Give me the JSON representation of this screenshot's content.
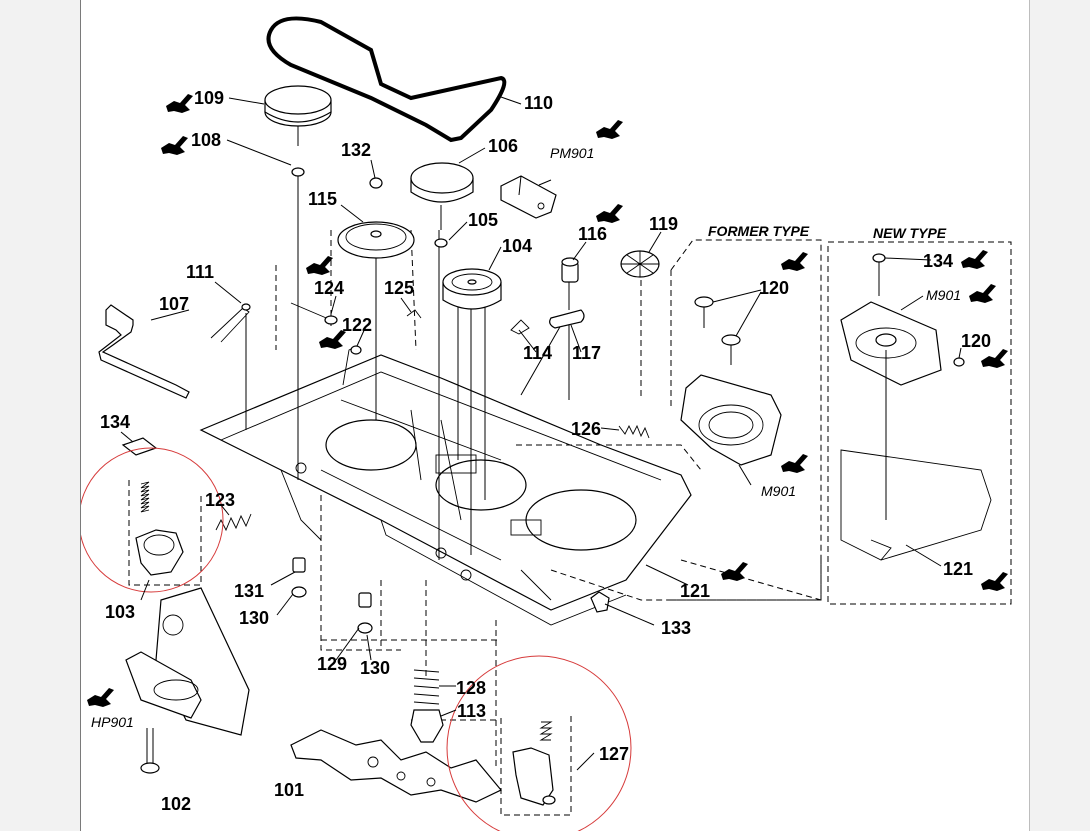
{
  "sections": {
    "former_type": "FORMER TYPE",
    "new_type": "NEW TYPE"
  },
  "callouts": {
    "c101": "101",
    "c102": "102",
    "c103": "103",
    "c104": "104",
    "c105": "105",
    "c106": "106",
    "c107": "107",
    "c108": "108",
    "c109": "109",
    "c110": "110",
    "c111": "111",
    "c113": "113",
    "c114": "114",
    "c115": "115",
    "c116": "116",
    "c117": "117",
    "c119": "119",
    "c120a": "120",
    "c120b": "120",
    "c121a": "121",
    "c121b": "121",
    "c122": "122",
    "c123": "123",
    "c124": "124",
    "c125": "125",
    "c126": "126",
    "c127": "127",
    "c128": "128",
    "c129": "129",
    "c130a": "130",
    "c130b": "130",
    "c131": "131",
    "c132": "132",
    "c133": "133",
    "c134a": "134",
    "c134b": "134"
  },
  "refs": {
    "pm901": "PM901",
    "m901_former": "M901",
    "m901_new": "M901",
    "hp901": "HP901"
  },
  "colors": {
    "highlight_circle": "#d63a3a",
    "line": "#000000"
  },
  "icons": [
    "grease-applicator-icon"
  ]
}
